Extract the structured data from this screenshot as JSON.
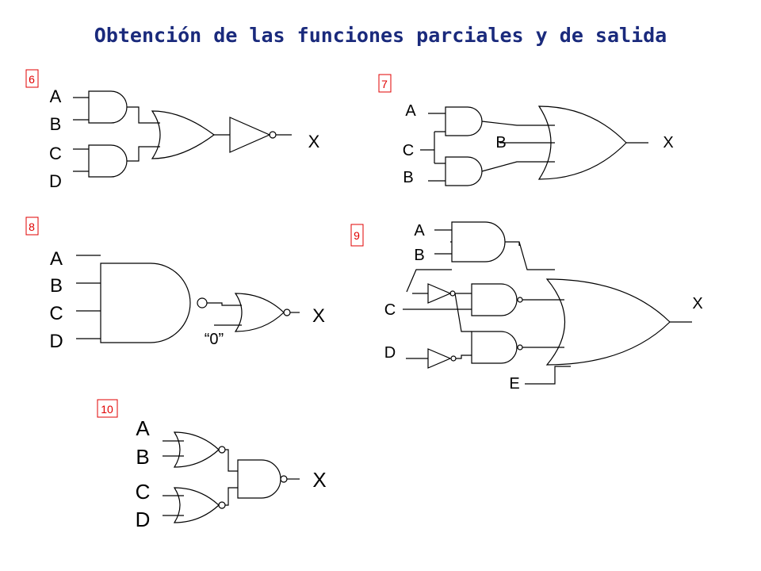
{
  "title": "Obtención de las funciones parciales y de salida",
  "circuits": [
    {
      "number": "6",
      "inputs": [
        "A",
        "B",
        "C",
        "D"
      ],
      "output": "X"
    },
    {
      "number": "7",
      "inputs": [
        "A",
        "C",
        "B"
      ],
      "mid_label": "B",
      "output": "X"
    },
    {
      "number": "8",
      "inputs": [
        "A",
        "B",
        "C",
        "D"
      ],
      "constant": "“0”",
      "output": "X"
    },
    {
      "number": "9",
      "inputs": [
        "A",
        "B",
        "C",
        "D",
        "E"
      ],
      "output": "X"
    },
    {
      "number": "10",
      "inputs": [
        "A",
        "B",
        "C",
        "D"
      ],
      "output": "X"
    }
  ],
  "colors": {
    "title": "#1a2a7c",
    "number": "#e00000"
  }
}
